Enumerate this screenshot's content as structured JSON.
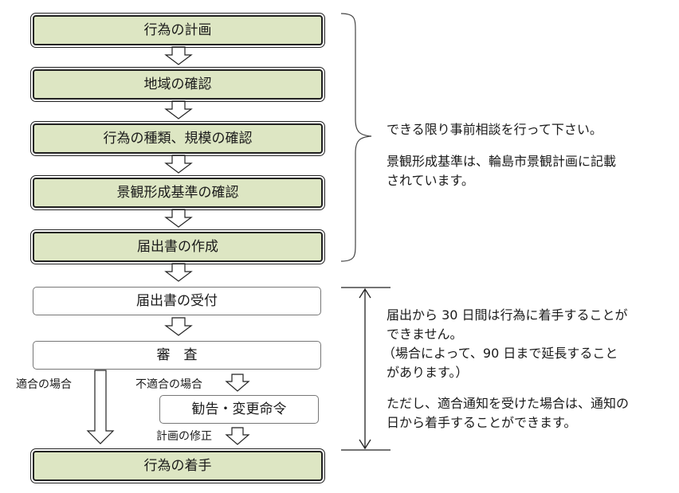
{
  "steps": {
    "plan": "行為の計画",
    "area": "地域の確認",
    "type_scale": "行為の種類、規模の確認",
    "criteria": "景観形成基準の確認",
    "create": "届出書の作成",
    "receipt": "届出書の受付",
    "review": "審　査",
    "order": "勧告・変更命令",
    "start": "行為の着手"
  },
  "branches": {
    "compliant": "適合の場合",
    "noncompliant": "不適合の場合",
    "revise": "計画の修正"
  },
  "notes": {
    "consult": "できる限り事前相談を行って下さい。",
    "criteria_line1": "景観形成基準は、輪島市景観計画に記載",
    "criteria_line2": "されています。",
    "wait_line1": "届出から 30 日間は行為に着手することが",
    "wait_line2": "できません。",
    "wait_line3": "（場合によって、90 日まで延長すること",
    "wait_line4": "があります。）",
    "notice_line1": "ただし、適合通知を受けた場合は、通知の",
    "notice_line2": "日から着手することができます。"
  },
  "colors": {
    "step_fill": "#dde6c3",
    "border": "#222222"
  }
}
